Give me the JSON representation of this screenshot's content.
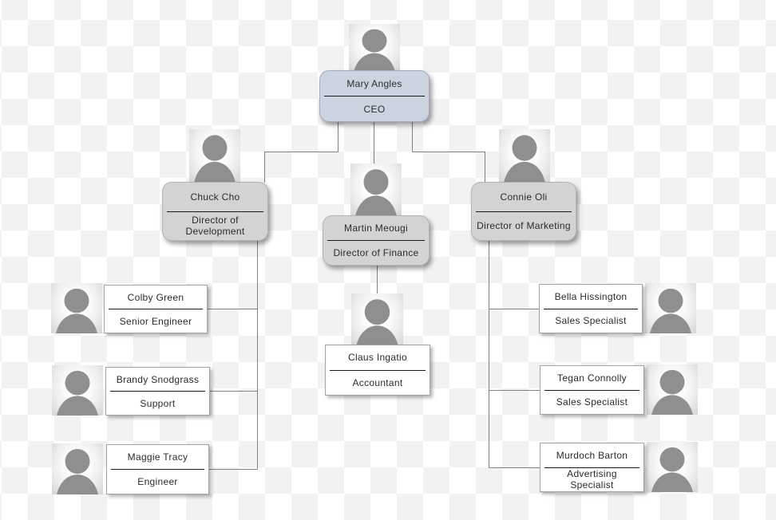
{
  "diagram": {
    "type": "org-chart",
    "background": "transparency-checkerboard",
    "colors": {
      "checker_gray": "#f2f2f2",
      "checker_white": "#ffffff",
      "ceo_card": "#ccd3e0",
      "manager_card": "#d3d3d3",
      "leaf_card": "#ffffff",
      "silhouette": "#8f8f8f",
      "connector": "#808080",
      "divider": "#1a1a1a",
      "text": "#2b2b2b"
    }
  },
  "nodes": [
    {
      "name": "Mary Angles",
      "title": "CEO",
      "reports_to": null
    },
    {
      "name": "Chuck Cho",
      "title": "Director of Development",
      "reports_to": "Mary Angles"
    },
    {
      "name": "Martin Meougi",
      "title": "Director of Finance",
      "reports_to": "Mary Angles"
    },
    {
      "name": "Connie Oli",
      "title": "Director of Marketing",
      "reports_to": "Mary Angles"
    },
    {
      "name": "Colby Green",
      "title": "Senior Engineer",
      "reports_to": "Chuck Cho"
    },
    {
      "name": "Brandy Snodgrass",
      "title": "Support",
      "reports_to": "Chuck Cho"
    },
    {
      "name": "Maggie Tracy",
      "title": "Engineer",
      "reports_to": "Chuck Cho"
    },
    {
      "name": "Claus Ingatio",
      "title": "Accountant",
      "reports_to": "Martin Meougi"
    },
    {
      "name": "Bella Hissington",
      "title": "Sales Specialist",
      "reports_to": "Connie Oli"
    },
    {
      "name": "Tegan Connolly",
      "title": "Sales Specialist",
      "reports_to": "Connie Oli"
    },
    {
      "name": "Murdoch Barton",
      "title": "Advertising Specialist",
      "reports_to": "Connie Oli"
    }
  ]
}
